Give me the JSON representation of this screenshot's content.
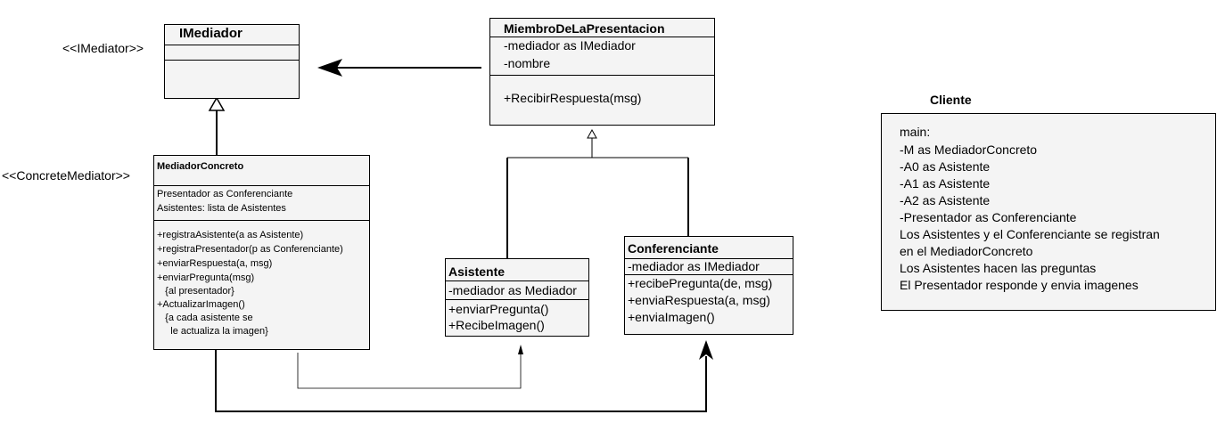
{
  "stereotypes": {
    "imediator": "<<IMediator>>",
    "concrete": "<<ConcreteMediator>>"
  },
  "imediador": {
    "title": "IMediador"
  },
  "miembro": {
    "title": "MiembroDeLaPresentacion",
    "attributes": [
      "-mediador as IMediador",
      "-nombre"
    ],
    "methods": [
      "+RecibirRespuesta(msg)"
    ]
  },
  "mediador_concreto": {
    "title": "MediadorConcreto",
    "attributes": [
      "Presentador as Conferenciante",
      "Asistentes: lista de Asistentes"
    ],
    "methods": [
      "+registraAsistente(a as Asistente)",
      "+registraPresentador(p as Conferenciante)",
      "+enviarRespuesta(a, msg)",
      "+enviarPregunta(msg)",
      "   {al presentador}",
      "+ActualizarImagen()",
      "   {a cada asistente se",
      "     le actualiza la imagen}"
    ]
  },
  "asistente": {
    "title": "Asistente",
    "attributes": [
      "-mediador as Mediador"
    ],
    "methods": [
      "+enviarPregunta()",
      "+RecibeImagen()"
    ]
  },
  "conferenciante": {
    "title": "Conferenciante",
    "attributes": [
      "-mediador as IMediador"
    ],
    "methods": [
      "+recibePregunta(de, msg)",
      "+enviaRespuesta(a, msg)",
      "+enviaImagen()"
    ]
  },
  "cliente": {
    "title": "Cliente",
    "lines": [
      "main:",
      "-M as MediadorConcreto",
      "-A0 as Asistente",
      "-A1 as Asistente",
      "-A2 as Asistente",
      "-Presentador as Conferenciante",
      "Los Asistentes y el Conferenciante se registran",
      "en el MediadorConcreto",
      "Los Asistentes hacen las preguntas",
      "El Presentador responde y envia imagenes"
    ]
  }
}
